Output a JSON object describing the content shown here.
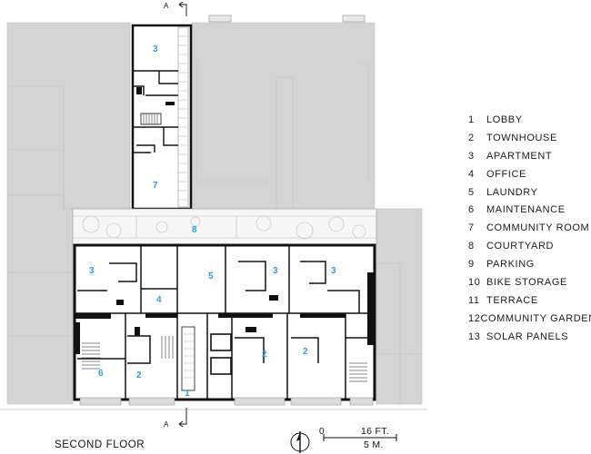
{
  "legend": [
    {
      "num": "1",
      "label": "LOBBY"
    },
    {
      "num": "2",
      "label": "TOWNHOUSE"
    },
    {
      "num": "3",
      "label": "APARTMENT"
    },
    {
      "num": "4",
      "label": "OFFICE"
    },
    {
      "num": "5",
      "label": "LAUNDRY"
    },
    {
      "num": "6",
      "label": "MAINTENANCE"
    },
    {
      "num": "7",
      "label": "COMMUNITY ROOM"
    },
    {
      "num": "8",
      "label": "COURTYARD"
    },
    {
      "num": "9",
      "label": "PARKING"
    },
    {
      "num": "10",
      "label": "BIKE STORAGE"
    },
    {
      "num": "11",
      "label": "TERRACE"
    },
    {
      "num": "12",
      "label": "COMMUNITY GARDEN"
    },
    {
      "num": "13",
      "label": "SOLAR PANELS"
    }
  ],
  "floor_title": "SECOND FLOOR",
  "section_marker": "A",
  "scale": {
    "zero": "0",
    "feet": "16 FT.",
    "meters": "5 M."
  },
  "room_labels": {
    "north_apartment": "3",
    "community_room": "7",
    "courtyard": "8",
    "apt_west": "3",
    "office": "4",
    "laundry": "5",
    "apt_mid": "3",
    "apt_east": "3",
    "maintenance": "6",
    "townhouse_west": "2",
    "lobby": "1",
    "townhouse_mid": "2",
    "townhouse_east": "2"
  },
  "colors": {
    "room_label": "#2a9fd8",
    "neighbor_fill": "#d4d4d4",
    "wall": "#111111"
  }
}
